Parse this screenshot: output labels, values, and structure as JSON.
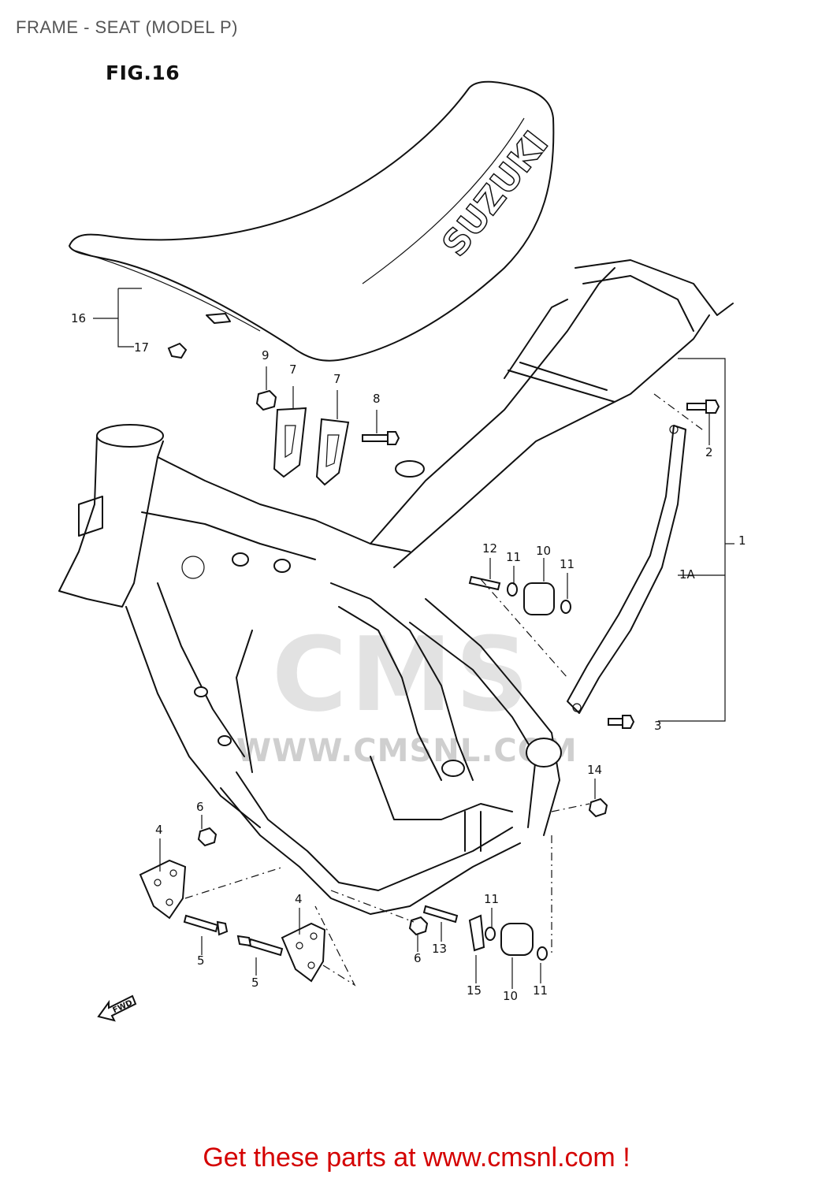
{
  "page": {
    "title": "FRAME - SEAT (MODEL P)",
    "figure": "FIG.16",
    "seat_brand": "SUZUKI",
    "fwd_label": "FWD",
    "watermark_logo": "CMS",
    "watermark": "WWW.CMSNL.COM",
    "footer": "Get these parts at www.cmsnl.com !"
  },
  "callouts": [
    {
      "id": "c16",
      "label": "16"
    },
    {
      "id": "c17",
      "label": "17"
    },
    {
      "id": "c9",
      "label": "9"
    },
    {
      "id": "c7a",
      "label": "7"
    },
    {
      "id": "c7b",
      "label": "7"
    },
    {
      "id": "c8",
      "label": "8"
    },
    {
      "id": "c2",
      "label": "2"
    },
    {
      "id": "c1",
      "label": "1"
    },
    {
      "id": "c1A",
      "label": "1A"
    },
    {
      "id": "c12",
      "label": "12"
    },
    {
      "id": "c11a",
      "label": "11"
    },
    {
      "id": "c10a",
      "label": "10"
    },
    {
      "id": "c11b",
      "label": "11"
    },
    {
      "id": "c3",
      "label": "3"
    },
    {
      "id": "c14",
      "label": "14"
    },
    {
      "id": "c6a",
      "label": "6"
    },
    {
      "id": "c4a",
      "label": "4"
    },
    {
      "id": "c4b",
      "label": "4"
    },
    {
      "id": "c5a",
      "label": "5"
    },
    {
      "id": "c5b",
      "label": "5"
    },
    {
      "id": "c6b",
      "label": "6"
    },
    {
      "id": "c13",
      "label": "13"
    },
    {
      "id": "c15",
      "label": "15"
    },
    {
      "id": "c11c",
      "label": "11"
    },
    {
      "id": "c10b",
      "label": "10"
    },
    {
      "id": "c11d",
      "label": "11"
    }
  ],
  "colors": {
    "line": "#111111",
    "footer": "#d40000",
    "title": "#555555",
    "watermark": "#cfcfcf"
  }
}
